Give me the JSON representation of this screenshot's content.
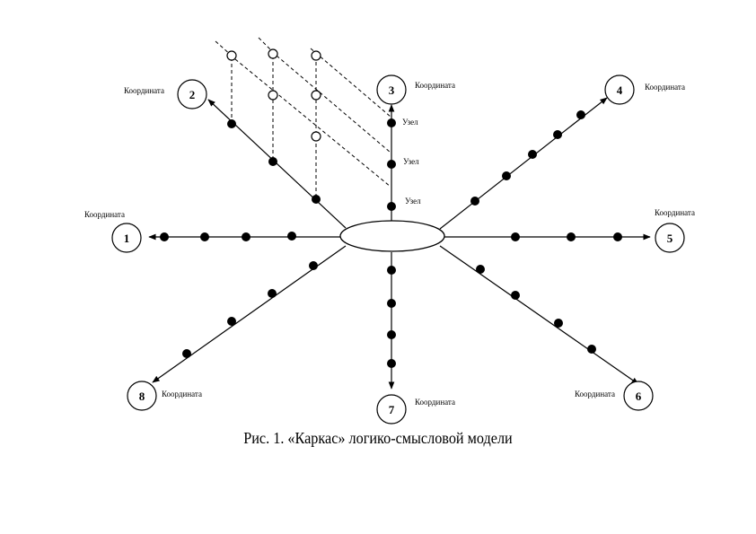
{
  "caption": "Рис. 1. «Каркас» логико-смысловой модели",
  "colors": {
    "stroke": "#000000",
    "background": "#ffffff"
  },
  "axes": [
    {
      "number": "1",
      "label": "Координата"
    },
    {
      "number": "2",
      "label": "Координата"
    },
    {
      "number": "3",
      "label": "Координата"
    },
    {
      "number": "4",
      "label": "Координата"
    },
    {
      "number": "5",
      "label": "Координата"
    },
    {
      "number": "6",
      "label": "Координата"
    },
    {
      "number": "7",
      "label": "Координата"
    },
    {
      "number": "8",
      "label": "Координата"
    }
  ],
  "node_labels": [
    "Узел",
    "Узел",
    "Узел"
  ]
}
